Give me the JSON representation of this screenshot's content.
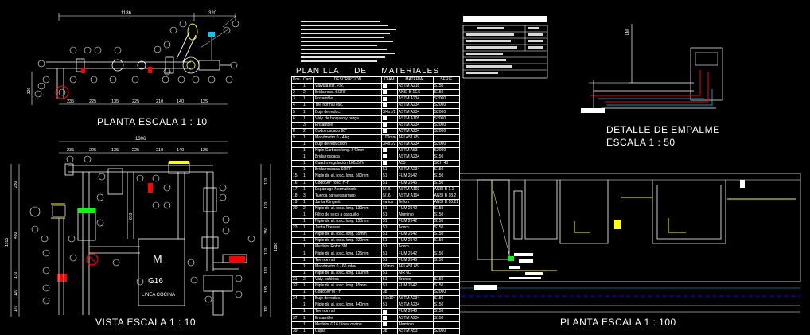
{
  "views": {
    "planta_top": "PLANTA     ESCALA 1 : 10",
    "vista": "VISTA     ESCALA 1 : 10",
    "detalle_line1": "DETALLE DE EMPALME",
    "detalle_line2": "ESCALA 1 : 50",
    "planta_bottom": "PLANTA           ESCALA 1 : 100"
  },
  "dimensions": {
    "top_1186": "1186",
    "top_320": "320",
    "top_row": [
      "235",
      "225",
      "135",
      "225",
      "210",
      "140",
      "125"
    ],
    "vista_1306": "1306",
    "vista_row": [
      "235",
      "225",
      "135",
      "225",
      "210",
      "140",
      "125"
    ],
    "vista_left": [
      "1310",
      "230",
      "480",
      "170",
      "120",
      "170"
    ],
    "vista_right": [
      "1290",
      "170",
      "170",
      "350",
      "170",
      "170",
      "135",
      "120"
    ],
    "vista_mid": "610",
    "planta_side": "320",
    "em_label": "LM"
  },
  "meter": {
    "letter": "M",
    "code": "G16",
    "caption": "LINEA COCINA"
  },
  "table": {
    "title_words": [
      "PLANILLA",
      "DE",
      "MATERIALES"
    ],
    "headers": [
      "Pos.",
      "Cant.",
      "DESCRIPCION",
      "DIAM",
      "MATERIAL",
      "SERIE"
    ],
    "rows": [
      [
        "1",
        "1",
        "Válvula esf. P.R.",
        "",
        "ASTM A216",
        "S150"
      ],
      [
        "2",
        "2",
        "Brida rosc. SORF",
        "",
        "ANSI B 16.5",
        "S150"
      ],
      [
        "3",
        "1",
        "Ensamble",
        "",
        "ASTM A234",
        "S2000"
      ],
      [
        "4",
        "1",
        "Tee normal esc.",
        "",
        "ASTM A234",
        "S2000"
      ],
      [
        "5",
        "1",
        "Buje de reduc.",
        "3/4x1/2",
        "ASTM A234",
        "S2000"
      ],
      [
        "6",
        "1",
        "Vály. de bloqueo y purga",
        "",
        "ASTM A105",
        "S2000"
      ],
      [
        "7",
        "3",
        "Ensamble",
        "",
        "ASTM A234",
        "S2000"
      ],
      [
        "8",
        "2",
        "Codo roscado 90°",
        "",
        "ASTM A234",
        "S2000"
      ],
      [
        "9",
        "1",
        "Manómetro 0 - 4 kg",
        "100mm",
        "API A51.65",
        ""
      ],
      [
        "",
        "1",
        "Buje de reducción",
        "3/4x1/2",
        "ASTM A234",
        "S2000"
      ],
      [
        "",
        "1",
        "Niple Carbono long. 240mm",
        "",
        "ASTM A53",
        "S2000"
      ],
      [
        "",
        "1",
        "Brida roscada",
        "",
        "ASTM A234",
        "S150"
      ],
      [
        "",
        "1",
        "Cuadro regulación 100x57h",
        "",
        "A53",
        "SCH 40"
      ],
      [
        "",
        "1",
        "Brida roscada SORF",
        "51",
        "ASTM A234",
        "S150"
      ],
      [
        "15",
        "1",
        "Niple de al. rosc. long. 560mm",
        "51",
        "FUM 2542",
        "S150"
      ],
      [
        "16",
        "1",
        "Codo 90° rosc. H-H",
        "51",
        "FUM 2546",
        "S150"
      ],
      [
        "17",
        "1",
        "Espárrago Normalizado",
        "5/16",
        "ASTM A193",
        "ANSI B 1.1"
      ],
      [
        "18",
        "3",
        "Tuerca para esparrago",
        "5/16",
        "ASTM A194",
        "ANSI B 18.2"
      ],
      [
        "19",
        "1",
        "Junta Klingerit",
        "varios",
        "Teflon",
        "ANSI B 16.21"
      ],
      [
        "20",
        "2",
        "Niple de al. rosc. long. 130mm",
        "51",
        "FUM 2542",
        "S150"
      ],
      [
        "",
        "1",
        "Filtro de seco a casquillo",
        "51",
        "Aluminio",
        "S150"
      ],
      [
        "",
        "1",
        "Niple de al. rosc. long. 150mm",
        "51",
        "FUM 2542",
        "S150"
      ],
      [
        "23",
        "1",
        "Junta Dresser",
        "51",
        "Acero",
        "S150"
      ],
      [
        "",
        "1",
        "Niple de al. rosc. long. 65mm",
        "51",
        "FUM 2542",
        "S150"
      ],
      [
        "",
        "1",
        "Niple de al. rosc. long. 220mm",
        "51",
        "FUM 2542",
        "S150"
      ],
      [
        "",
        "1",
        "Medidor Rotor 3M",
        "51",
        "Acero",
        ""
      ],
      [
        "",
        "1",
        "Niple de al. rosc. long. 125mm",
        "51",
        "FUM 2542",
        "S150"
      ],
      [
        "",
        "1",
        "Tee normal",
        "51",
        "FUM 2546",
        "S150"
      ],
      [
        "",
        "1",
        "Manómetro 0 - 60 mbar",
        "50mm",
        "API A51.65",
        ""
      ],
      [
        "",
        "1",
        "Niple de al. rosc. long. 190mm",
        "51",
        "AIR 6D",
        ""
      ],
      [
        "31",
        "2",
        "Vály. esférica",
        "51",
        "Bronce",
        "S150"
      ],
      [
        "32",
        "1",
        "Niple de al. rosc. long. 45mm",
        "51",
        "FUM 2542",
        "S150"
      ],
      [
        "",
        "1",
        "Codo 90°M - H",
        "38",
        "",
        "S2000"
      ],
      [
        "34",
        "1",
        "Buje de reduc.",
        "51x104",
        "ASTM A234",
        "S150"
      ],
      [
        "",
        "1",
        "Niple de al. rosc. long. 440mm",
        "51",
        "ASTM A234",
        "S150"
      ],
      [
        "",
        "1",
        "Tee normal",
        "",
        "FUM 2546",
        "S150"
      ],
      [
        "37",
        "1",
        "Ensamble",
        "",
        "ASTM A234",
        "S150"
      ],
      [
        "",
        "1",
        "Medidor G16 Línea cocina",
        "",
        "Aluminio",
        ""
      ],
      [
        "39",
        "1",
        "Cupla",
        "38",
        "ASTM A53",
        "S2000"
      ]
    ]
  },
  "colors": {
    "background": "#000000",
    "line": "#ffffff",
    "red": "#ff0000",
    "yellow": "#ffff00",
    "cyan": "#00c8ff",
    "blue": "#0000ff",
    "green": "#00ff00"
  }
}
